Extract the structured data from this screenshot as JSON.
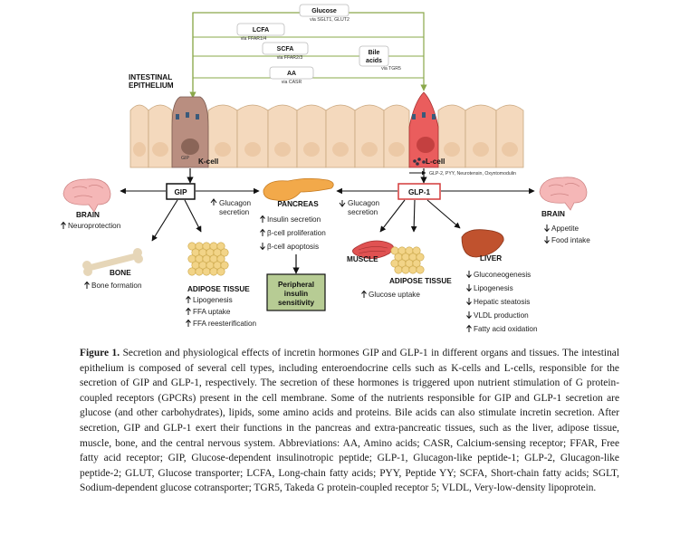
{
  "figure": {
    "nutrients": [
      {
        "name": "Glucose",
        "via": "via SGLT1, GLUT2"
      },
      {
        "name": "LCFA",
        "via": "via FFAR1/4"
      },
      {
        "name": "SCFA",
        "via": "via FFAR2/3"
      },
      {
        "name": "Bile acids",
        "name_lines": [
          "Bile",
          "acids"
        ],
        "via": "via TGR5"
      },
      {
        "name": "AA",
        "via": "via CASR"
      }
    ],
    "epithelium_label": [
      "INTESTINAL",
      "EPITHELIUM"
    ],
    "k_cell": {
      "label": "K-cell",
      "granule_label": "GIP"
    },
    "l_cell": {
      "label": "L-cell",
      "secretion": "GLP-2, PYY, Neurotensin, Oxyntomodulin"
    },
    "gip": {
      "label": "GIP"
    },
    "glp1": {
      "label": "GLP-1"
    },
    "glucagon_left": [
      "Glucagon",
      "secretion"
    ],
    "glucagon_right": [
      "Glucagon",
      "secretion"
    ],
    "pancreas": {
      "title": "PANCREAS",
      "items": [
        {
          "dir": "up",
          "text": "Insulin secretion"
        },
        {
          "dir": "up",
          "text": "β-cell proliferation"
        },
        {
          "dir": "down",
          "text": "β-cell apoptosis"
        }
      ],
      "outcome": [
        "Peripheral",
        "insulin",
        "sensitivity"
      ]
    },
    "brain_left": {
      "title": "BRAIN",
      "items": [
        {
          "dir": "up",
          "text": "Neuroprotection"
        }
      ]
    },
    "brain_right": {
      "title": "BRAIN",
      "items": [
        {
          "dir": "down",
          "text": "Appetite"
        },
        {
          "dir": "down",
          "text": "Food intake"
        }
      ]
    },
    "bone": {
      "title": "BONE",
      "items": [
        {
          "dir": "up",
          "text": "Bone formation"
        }
      ]
    },
    "adipose_left": {
      "title": "ADIPOSE TISSUE",
      "items": [
        {
          "dir": "up",
          "text": "Lipogenesis"
        },
        {
          "dir": "up",
          "text": "FFA uptake"
        },
        {
          "dir": "up",
          "text": "FFA reesterification"
        }
      ]
    },
    "muscle": {
      "title": "MUSCLE"
    },
    "adipose_right": {
      "title": "ADIPOSE TISSUE",
      "items": [
        {
          "dir": "up",
          "text": "Glucose uptake"
        }
      ]
    },
    "liver": {
      "title": "LIVER",
      "items": [
        {
          "dir": "down",
          "text": "Gluconeogenesis"
        },
        {
          "dir": "down",
          "text": "Lipogenesis"
        },
        {
          "dir": "down",
          "text": "Hepatic steatosis"
        },
        {
          "dir": "down",
          "text": "VLDL production"
        },
        {
          "dir": "up",
          "text": "Fatty acid oxidation"
        }
      ]
    },
    "colors": {
      "gip_border": "#111111",
      "glp1_border": "#d43a3a",
      "arrow_green": "#8aa84a",
      "k_cell": "#b98e80",
      "l_cell": "#ea5d5d",
      "epithelium": "#f4d9bd"
    }
  },
  "caption": {
    "label": "Figure 1.",
    "text": " Secretion and physiological effects of incretin hormones GIP and GLP-1 in different organs and tissues. The intestinal epithelium is composed of several cell types, including enteroendocrine cells such as K-cells and L-cells, responsible for the secretion of GIP and GLP-1, respectively. The secretion of these hormones is triggered upon nutrient stimulation of G protein-coupled receptors (GPCRs) present in the cell membrane. Some of the nutrients responsible for GIP and GLP-1 secretion are glucose (and other carbohydrates), lipids, some amino acids and proteins. Bile acids can also stimulate incretin secretion. After secretion, GIP and GLP-1 exert their functions in the pancreas and extra-pancreatic tissues, such as the liver, adipose tissue, muscle, bone, and the central nervous system. Abbreviations: AA, Amino acids; CASR, Calcium-sensing receptor; FFAR, Free fatty acid receptor; GIP, Glucose-dependent insulinotropic peptide; GLP-1, Glucagon-like peptide-1; GLP-2, Glucagon-like peptide-2; GLUT, Glucose transporter; LCFA, Long-chain fatty acids; PYY, Peptide YY; SCFA, Short-chain fatty acids; SGLT, Sodium-dependent glucose cotransporter; TGR5, Takeda G protein-coupled receptor 5; VLDL, Very-low-density lipoprotein."
  }
}
